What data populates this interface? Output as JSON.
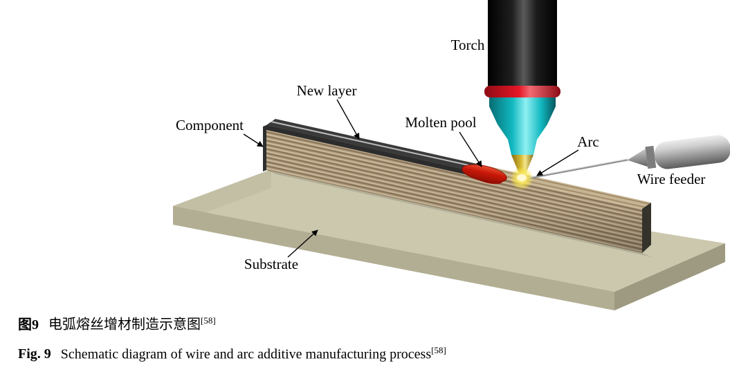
{
  "figure": {
    "labels": {
      "torch": "Torch",
      "new_layer": "New layer",
      "component": "Component",
      "molten_pool": "Molten pool",
      "arc": "Arc",
      "wire_feeder": "Wire feeder",
      "substrate": "Substrate"
    }
  },
  "caption": {
    "zh_label": "图9",
    "zh_text": "电弧熔丝增材制造示意图",
    "zh_ref": "[58]",
    "en_label": "Fig. 9",
    "en_text": "Schematic diagram of wire and arc additive manufacturing process",
    "en_ref": "[58]"
  },
  "colors": {
    "substrate_top": "#cbc8ae",
    "substrate_front": "#b2ae94",
    "substrate_left": "#c3bfa5",
    "substrate_right": "#9e9a81",
    "wall_base": "#b49f83",
    "wall_stripe": "#8a7659",
    "wall_light": "#d8c8a6",
    "wall_top_base": "#c7b493",
    "wall_top_stripe": "#9f8a68",
    "new_layer": "#3a3a3a",
    "molten_pool": "#c41a0e",
    "arc_glow": "#f7e04a",
    "torch_body": "#111111",
    "torch_ring": "#d8101f",
    "torch_nozzle": "#12b8c0",
    "torch_tip": "#d4b62a",
    "wire": "#8f8f8f",
    "feeder": "#b5b5b5"
  }
}
